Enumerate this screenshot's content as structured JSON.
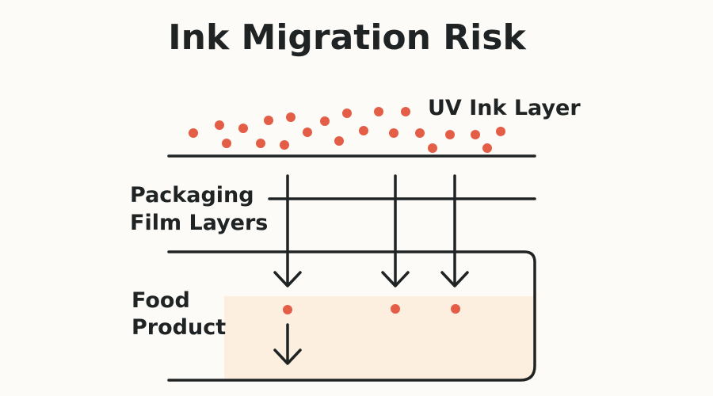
{
  "title": "Ink Migration Risk",
  "labels": {
    "ink_layer": "UV Ink Layer",
    "film_line1": "Packaging",
    "film_line2": "Film Layers",
    "food_line1": "Food",
    "food_line2": "Product"
  },
  "colors": {
    "particle": "#e35d47",
    "food_fill": "#fcefe0",
    "line": "#1f2324",
    "background": "#fcfbf7"
  }
}
